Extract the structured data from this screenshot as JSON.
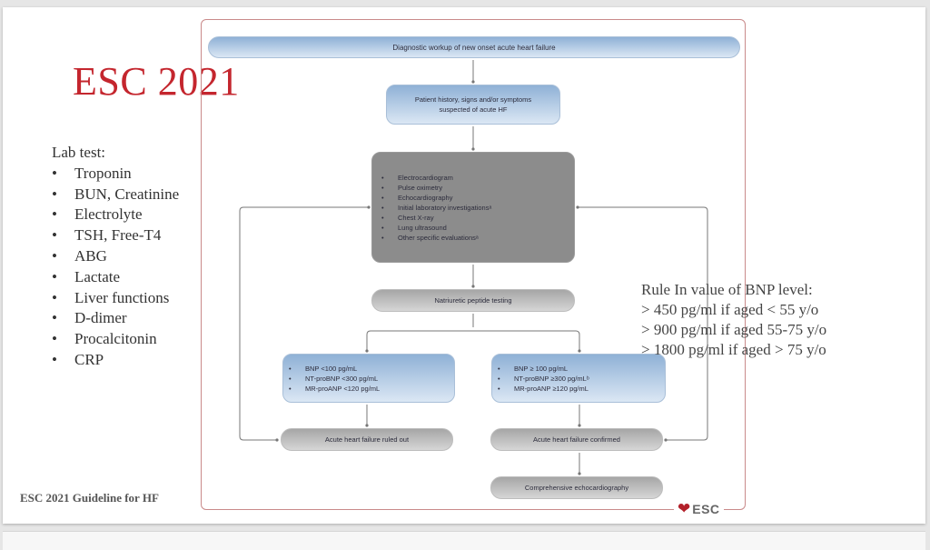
{
  "slide": {
    "title": "ESC 2021",
    "lab_tests": {
      "heading": "Lab test:",
      "items": [
        "Troponin",
        "BUN, Creatinine",
        "Electrolyte",
        "TSH, Free-T4",
        "ABG",
        "Lactate",
        "Liver functions",
        "D-dimer",
        "Procalcitonin",
        "CRP"
      ]
    },
    "footer_note": "ESC 2021 Guideline for HF",
    "rule_in": {
      "heading": "Rule In value of BNP level:",
      "lines": [
        "> 450 pg/ml if aged < 55 y/o",
        "> 900 pg/ml if aged 55-75 y/o",
        "> 1800 pg/ml if aged > 75 y/o"
      ]
    }
  },
  "flowchart": {
    "header": "Diagnostic workup of new onset acute heart failure",
    "history": "Patient history, signs and/or symptoms suspected of acute HF",
    "investigations": [
      "Electrocardiogram",
      "Pulse oximetry",
      "Echocardiography",
      "Initial laboratory investigationsᵃ",
      "Chest X-ray",
      "Lung ultrasound",
      "Other specific evaluationsᵃ"
    ],
    "np_testing": "Natriuretic peptide testing",
    "low_values": [
      "BNP <100 pg/mL",
      "NT-proBNP <300 pg/mL",
      "MR-proANP <120 pg/mL"
    ],
    "high_values": [
      "BNP ≥ 100 pg/mL",
      "NT-proBNP ≥300 pg/mLᵇ",
      "MR-proANP ≥120 pg/mL"
    ],
    "ruled_out": "Acute heart failure ruled out",
    "confirmed": "Acute heart failure confirmed",
    "echo": "Comprehensive echocardiography",
    "logo_text": "ESC",
    "logo_icon": "heart-icon"
  }
}
